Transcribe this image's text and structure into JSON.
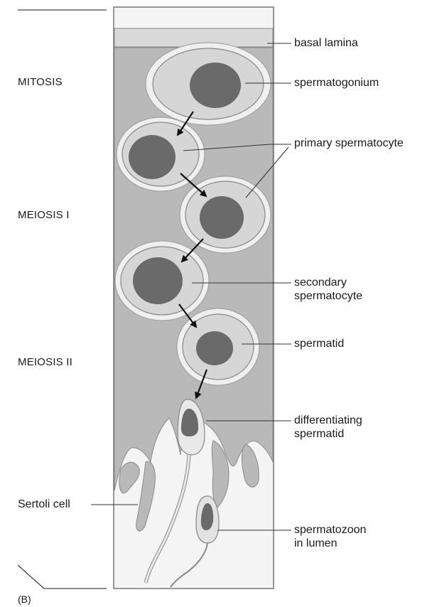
{
  "figure_tag": "(B)",
  "stages": {
    "mitosis": "MITOSIS",
    "meiosis1": "MEIOSIS I",
    "meiosis2": "MEIOSIS II"
  },
  "labels": {
    "basal_lamina": "basal lamina",
    "spermatogonium": "spermatogonium",
    "primary_spermatocyte": "primary spermatocyte",
    "secondary_spermatocyte": "secondary\nspermatocyte",
    "spermatid": "spermatid",
    "differentiating_spermatid": "differentiating\nspermatid",
    "sertoli_cell": "Sertoli cell",
    "spermatozoon": "spermatozoon\nin lumen"
  },
  "colors": {
    "sertoli": "#b9b9b9",
    "cytoplasm": "#d6d6d6",
    "nucleus": "#6a6a6a",
    "lumen": "#f3f3f3",
    "outline": "#8a8a8a",
    "leader": "#333333",
    "arrow": "#111111"
  }
}
